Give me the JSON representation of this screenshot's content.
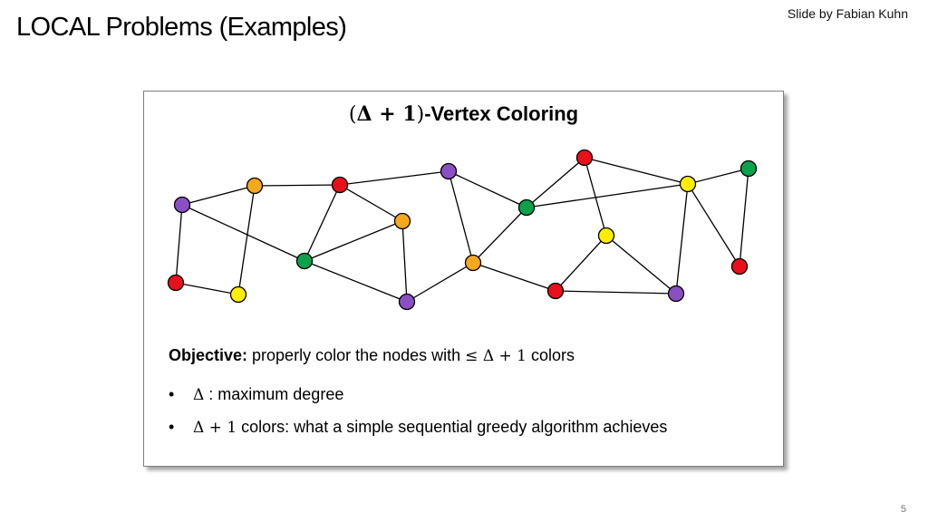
{
  "slide": {
    "title": "LOCAL Problems (Examples)",
    "credit": "Slide by Fabian Kuhn",
    "page_number": "5"
  },
  "card": {
    "heading_open_paren": "(",
    "heading_math": "Δ + 1",
    "heading_close_paren": ")",
    "heading_text": "-Vertex Coloring"
  },
  "objective": {
    "label": "Objective:",
    "text_before": " properly color the nodes with ",
    "math": "≤ Δ + 1",
    "text_after": " colors"
  },
  "bullets": [
    {
      "symbol": "•",
      "math": "Δ",
      "text": " : maximum degree"
    },
    {
      "symbol": "•",
      "math": "Δ + 1",
      "text": " colors: what a simple sequential greedy algorithm achieves"
    }
  ],
  "colors": {
    "purple": "#8b4fc4",
    "orange": "#f5a81c",
    "red": "#e8101a",
    "green": "#0aa24a",
    "yellow": "#ffee00"
  },
  "graph": {
    "nodes": [
      {
        "id": "n1",
        "color": "purple"
      },
      {
        "id": "n2",
        "color": "orange"
      },
      {
        "id": "n3",
        "color": "red"
      },
      {
        "id": "n4",
        "color": "purple"
      },
      {
        "id": "n5",
        "color": "red"
      },
      {
        "id": "n6",
        "color": "yellow"
      },
      {
        "id": "n7",
        "color": "green"
      },
      {
        "id": "n8",
        "color": "orange"
      },
      {
        "id": "n9",
        "color": "purple"
      },
      {
        "id": "n10",
        "color": "orange"
      },
      {
        "id": "n11",
        "color": "green"
      },
      {
        "id": "n12",
        "color": "red"
      },
      {
        "id": "n13",
        "color": "yellow"
      },
      {
        "id": "n14",
        "color": "green"
      },
      {
        "id": "n15",
        "color": "yellow"
      },
      {
        "id": "n16",
        "color": "red"
      },
      {
        "id": "n17",
        "color": "red"
      },
      {
        "id": "n18",
        "color": "purple"
      }
    ],
    "edges": [
      [
        "n1",
        "n2"
      ],
      [
        "n2",
        "n3"
      ],
      [
        "n3",
        "n4"
      ],
      [
        "n1",
        "n5"
      ],
      [
        "n1",
        "n7"
      ],
      [
        "n2",
        "n6"
      ],
      [
        "n5",
        "n6"
      ],
      [
        "n3",
        "n7"
      ],
      [
        "n3",
        "n8"
      ],
      [
        "n7",
        "n8"
      ],
      [
        "n7",
        "n9"
      ],
      [
        "n8",
        "n9"
      ],
      [
        "n9",
        "n10"
      ],
      [
        "n4",
        "n10"
      ],
      [
        "n10",
        "n11"
      ],
      [
        "n4",
        "n11"
      ],
      [
        "n11",
        "n12"
      ],
      [
        "n11",
        "n13"
      ],
      [
        "n12",
        "n13"
      ],
      [
        "n12",
        "n15"
      ],
      [
        "n13",
        "n14"
      ],
      [
        "n13",
        "n16"
      ],
      [
        "n13",
        "n18"
      ],
      [
        "n14",
        "n16"
      ],
      [
        "n15",
        "n17"
      ],
      [
        "n15",
        "n18"
      ],
      [
        "n17",
        "n18"
      ],
      [
        "n10",
        "n17"
      ]
    ]
  }
}
